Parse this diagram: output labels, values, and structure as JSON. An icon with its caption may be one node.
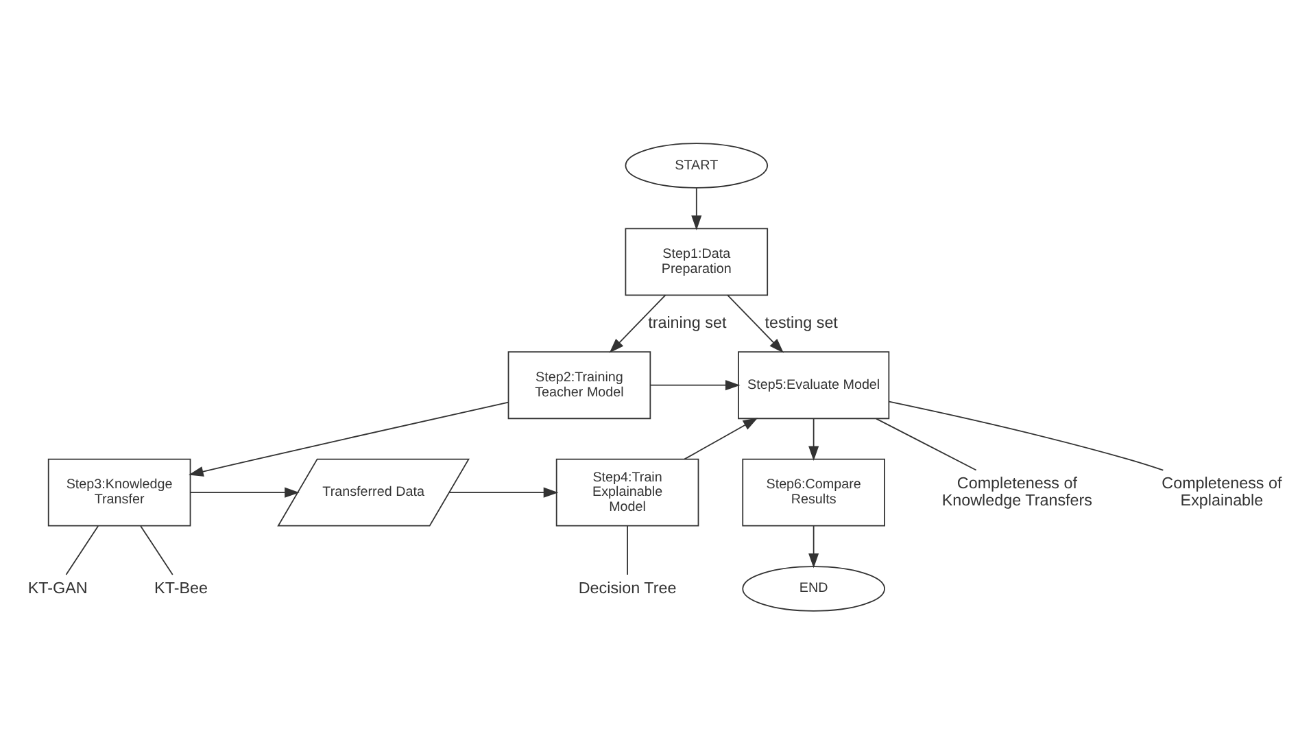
{
  "diagram": {
    "nodes": [
      {
        "text": [
          "START"
        ]
      },
      {
        "text": [
          "Step1:Data Preparation"
        ]
      },
      {
        "text": [
          "Step2:Training Teacher Model"
        ]
      },
      {
        "text": [
          "Step3:Knowledge Transfer"
        ]
      },
      {
        "text": [
          "Transferred Data"
        ]
      },
      {
        "text": [
          "Step4:Train Explainable Model"
        ]
      },
      {
        "text": [
          "Step5:Evaluate Model"
        ]
      },
      {
        "text": [
          "Step6:Compare Results"
        ]
      },
      {
        "text": [
          "END"
        ]
      },
      {
        "text": [
          "KT-GAN"
        ]
      },
      {
        "text": [
          "KT-Bee"
        ]
      },
      {
        "text": [
          "Decision Tree"
        ]
      },
      {
        "text": [
          "Completeness of Knowledge Transfers"
        ]
      },
      {
        "text": [
          "Completeness of Explainable"
        ]
      }
    ],
    "edges": [
      {
        "from": 0,
        "to": 1,
        "arrow": "to"
      },
      {
        "from": 1,
        "to": 2,
        "arrow": "to",
        "label": "training set"
      },
      {
        "from": 1,
        "to": 6,
        "arrow": "to",
        "label": "testing set"
      },
      {
        "from": 2,
        "to": 6,
        "arrow": "to"
      },
      {
        "from": 5,
        "to": 6,
        "arrow": "to"
      },
      {
        "from": 2,
        "to": 3,
        "arrow": "to"
      },
      {
        "from": 3,
        "to": 4,
        "arrow": "to"
      },
      {
        "from": 4,
        "to": 5,
        "arrow": "to"
      },
      {
        "from": 6,
        "to": 7,
        "arrow": "to"
      },
      {
        "from": 7,
        "to": 8,
        "arrow": "to"
      },
      {
        "from": 3,
        "to": 9,
        "arrow": "none"
      },
      {
        "from": 3,
        "to": 10,
        "arrow": "none"
      },
      {
        "from": 5,
        "to": 11,
        "arrow": "none"
      },
      {
        "from": 6,
        "to": 12,
        "arrow": "none"
      },
      {
        "from": 6,
        "to": 13,
        "arrow": "none"
      }
    ]
  }
}
